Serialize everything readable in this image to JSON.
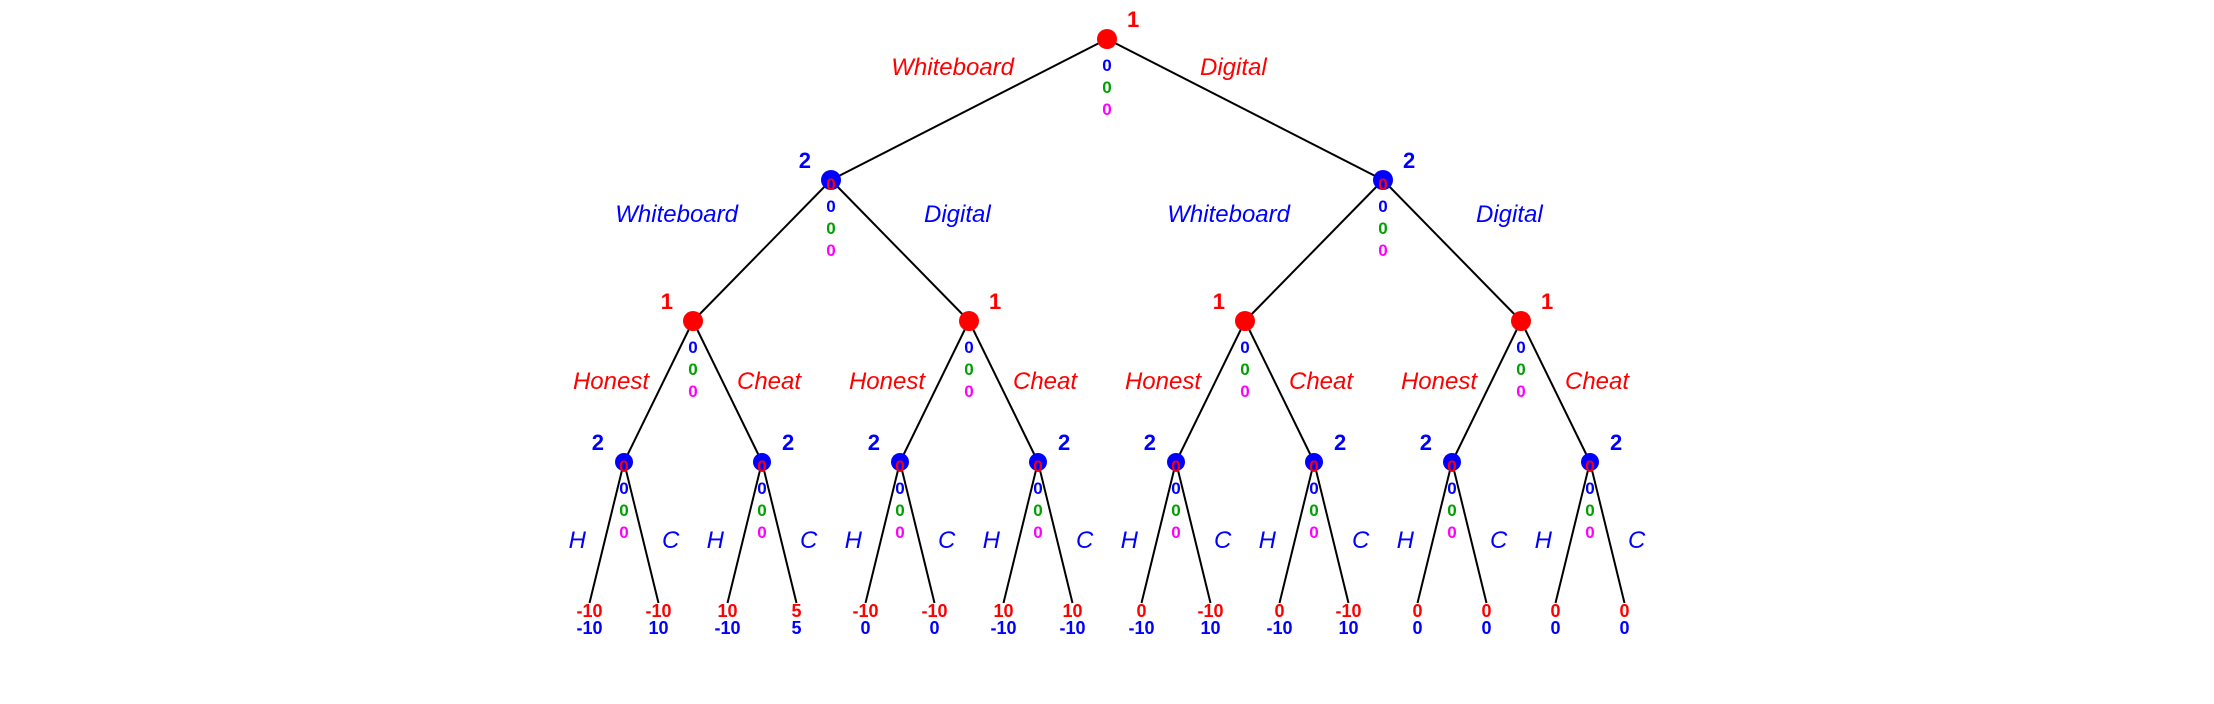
{
  "colors": {
    "player1": "#ff0000",
    "player2": "#0000ff",
    "value_rows": [
      "#ff0000",
      "#0000ff",
      "#00a000",
      "#ff00ff"
    ],
    "edge": "#000000"
  },
  "tree": {
    "root": {
      "player": "1",
      "values": [
        "0",
        "0",
        "0",
        "0"
      ],
      "children": [
        {
          "edge": "Whiteboard",
          "node": {
            "player": "2",
            "values": [
              "0",
              "0",
              "0",
              "0"
            ],
            "children": [
              {
                "edge": "Whiteboard",
                "node": {
                  "player": "1",
                  "values": [
                    "0",
                    "0",
                    "0",
                    "0"
                  ],
                  "children": [
                    {
                      "edge": "Honest",
                      "node": {
                        "player": "2",
                        "values": [
                          "0",
                          "0",
                          "0",
                          "0"
                        ],
                        "children": [
                          {
                            "edge": "H",
                            "payoff": [
                              "-10",
                              "-10"
                            ]
                          },
                          {
                            "edge": "C",
                            "payoff": [
                              "-10",
                              "10"
                            ]
                          }
                        ]
                      }
                    },
                    {
                      "edge": "Cheat",
                      "node": {
                        "player": "2",
                        "values": [
                          "0",
                          "0",
                          "0",
                          "0"
                        ],
                        "children": [
                          {
                            "edge": "H",
                            "payoff": [
                              "10",
                              "-10"
                            ]
                          },
                          {
                            "edge": "C",
                            "payoff": [
                              "5",
                              "5"
                            ]
                          }
                        ]
                      }
                    }
                  ]
                }
              },
              {
                "edge": "Digital",
                "node": {
                  "player": "1",
                  "values": [
                    "0",
                    "0",
                    "0",
                    "0"
                  ],
                  "children": [
                    {
                      "edge": "Honest",
                      "node": {
                        "player": "2",
                        "values": [
                          "0",
                          "0",
                          "0",
                          "0"
                        ],
                        "children": [
                          {
                            "edge": "H",
                            "payoff": [
                              "-10",
                              "0"
                            ]
                          },
                          {
                            "edge": "C",
                            "payoff": [
                              "-10",
                              "0"
                            ]
                          }
                        ]
                      }
                    },
                    {
                      "edge": "Cheat",
                      "node": {
                        "player": "2",
                        "values": [
                          "0",
                          "0",
                          "0",
                          "0"
                        ],
                        "children": [
                          {
                            "edge": "H",
                            "payoff": [
                              "10",
                              "-10"
                            ]
                          },
                          {
                            "edge": "C",
                            "payoff": [
                              "10",
                              "-10"
                            ]
                          }
                        ]
                      }
                    }
                  ]
                }
              }
            ]
          }
        },
        {
          "edge": "Digital",
          "node": {
            "player": "2",
            "values": [
              "0",
              "0",
              "0",
              "0"
            ],
            "children": [
              {
                "edge": "Whiteboard",
                "node": {
                  "player": "1",
                  "values": [
                    "0",
                    "0",
                    "0",
                    "0"
                  ],
                  "children": [
                    {
                      "edge": "Honest",
                      "node": {
                        "player": "2",
                        "values": [
                          "0",
                          "0",
                          "0",
                          "0"
                        ],
                        "children": [
                          {
                            "edge": "H",
                            "payoff": [
                              "0",
                              "-10"
                            ]
                          },
                          {
                            "edge": "C",
                            "payoff": [
                              "-10",
                              "10"
                            ]
                          }
                        ]
                      }
                    },
                    {
                      "edge": "Cheat",
                      "node": {
                        "player": "2",
                        "values": [
                          "0",
                          "0",
                          "0",
                          "0"
                        ],
                        "children": [
                          {
                            "edge": "H",
                            "payoff": [
                              "0",
                              "-10"
                            ]
                          },
                          {
                            "edge": "C",
                            "payoff": [
                              "-10",
                              "10"
                            ]
                          }
                        ]
                      }
                    }
                  ]
                }
              },
              {
                "edge": "Digital",
                "node": {
                  "player": "1",
                  "values": [
                    "0",
                    "0",
                    "0",
                    "0"
                  ],
                  "children": [
                    {
                      "edge": "Honest",
                      "node": {
                        "player": "2",
                        "values": [
                          "0",
                          "0",
                          "0",
                          "0"
                        ],
                        "children": [
                          {
                            "edge": "H",
                            "payoff": [
                              "0",
                              "0"
                            ]
                          },
                          {
                            "edge": "C",
                            "payoff": [
                              "0",
                              "0"
                            ]
                          }
                        ]
                      }
                    },
                    {
                      "edge": "Cheat",
                      "node": {
                        "player": "2",
                        "values": [
                          "0",
                          "0",
                          "0",
                          "0"
                        ],
                        "children": [
                          {
                            "edge": "H",
                            "payoff": [
                              "0",
                              "0"
                            ]
                          },
                          {
                            "edge": "C",
                            "payoff": [
                              "0",
                              "0"
                            ]
                          }
                        ]
                      }
                    }
                  ]
                }
              }
            ]
          }
        }
      ]
    }
  }
}
